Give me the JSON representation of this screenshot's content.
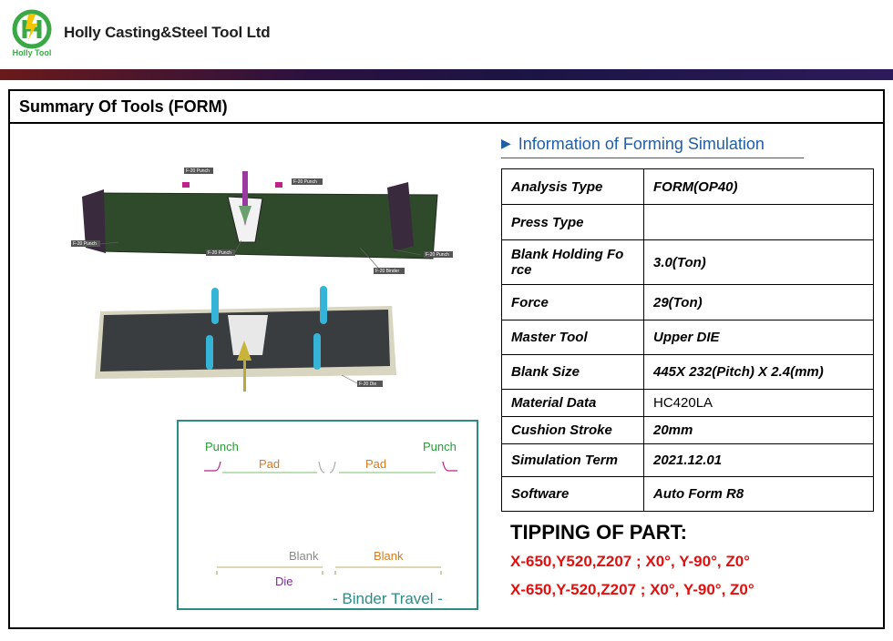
{
  "header": {
    "logo_text": "Holly Tool",
    "company": "Holly Casting&Steel Tool Ltd"
  },
  "slide": {
    "title": "Summary Of Tools (FORM)"
  },
  "info": {
    "heading": "Information of Forming Simulation",
    "rows": [
      {
        "key": "Analysis Type",
        "value": "FORM(OP40)"
      },
      {
        "key": "Press Type",
        "value": ""
      },
      {
        "key": "Blank Holding Fo rce",
        "value": "3.0(Ton)"
      },
      {
        "key": "Force",
        "value": "29(Ton)"
      },
      {
        "key": "Master Tool",
        "value": "Upper DIE"
      },
      {
        "key": "Blank Size",
        "value": "445X 232(Pitch) X 2.4(mm)"
      },
      {
        "key": "Material Data",
        "value": "HC420LA"
      },
      {
        "key": "Cushion Stroke",
        "value": "20mm"
      },
      {
        "key": "Simulation Term",
        "value": "2021.12.01"
      },
      {
        "key": "Software",
        "value": "Auto Form R8"
      }
    ]
  },
  "tipping": {
    "title": "TIPPING OF PART:",
    "line1": "X-650,Y520,Z207 ; X0°, Y-90°, Z0°",
    "line2": "X-650,Y-520,Z207 ; X0°, Y-90°, Z0°"
  },
  "tool_drawing": {
    "callouts": [
      "F-20 Punch",
      "F-20 Punch",
      "F-20 Punch",
      "F-20 Punch",
      "F-20 Punch",
      "F-20 Binder",
      "F-20 Die"
    ]
  },
  "binder_diagram": {
    "punch_left": "Punch",
    "punch_right": "Punch",
    "pad_left": "Pad",
    "pad_right": "Pad",
    "blank_left": "Blank",
    "blank_right": "Blank",
    "die": "Die",
    "caption": "- Binder Travel -"
  },
  "colors": {
    "accent_blue": "#1f5fa8",
    "tipping_red": "#e01010",
    "binder_teal": "#2e8b82",
    "punch_green": "#2a9a3a",
    "pad_orange": "#d77a1a",
    "die_purple": "#7a2a9a"
  }
}
